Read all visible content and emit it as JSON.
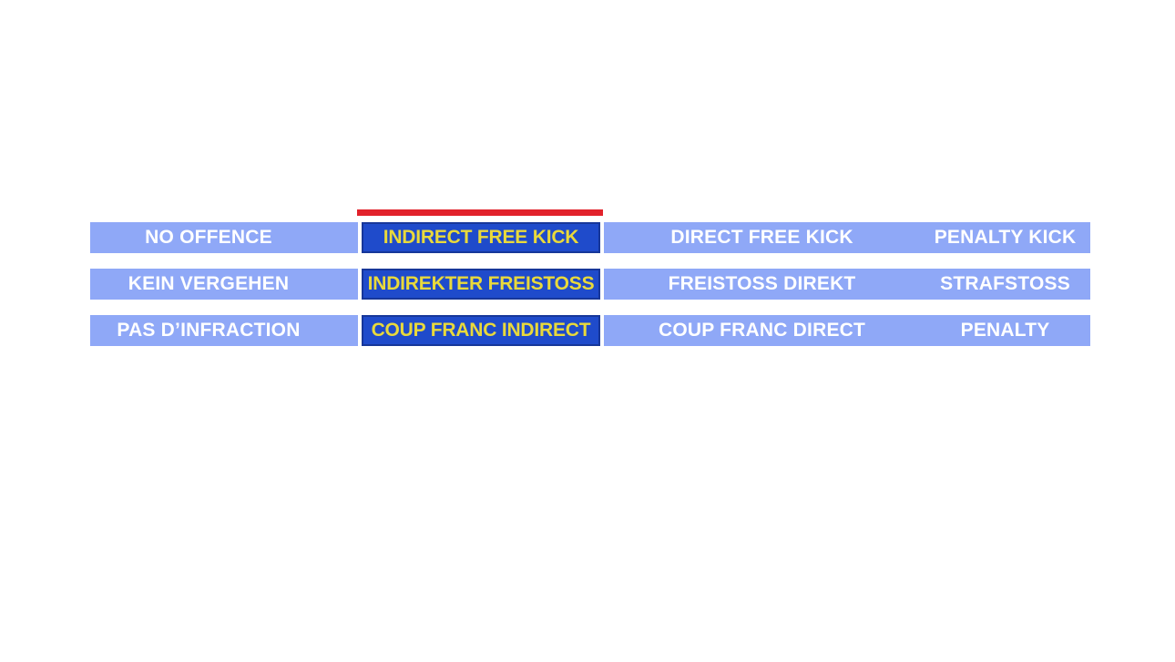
{
  "colors": {
    "option_bar": "#8FA8F7",
    "option_text": "#FFFFFF",
    "selected_fill": "#1F4BCB",
    "selected_border": "#17379A",
    "selected_text": "#E9D93B",
    "indicator": "#E2222B"
  },
  "selected_answer": "INDIRECT FREE KICK",
  "rows": [
    {
      "lang": "english",
      "cells": {
        "no_offence": "NO OFFENCE",
        "indirect_free_kick": "INDIRECT FREE KICK",
        "direct_free_kick": "DIRECT FREE KICK",
        "penalty_kick": "PENALTY KICK"
      }
    },
    {
      "lang": "german",
      "cells": {
        "no_offence": "KEIN VERGEHEN",
        "indirect_free_kick": "INDIREKTER FREISTOSS",
        "direct_free_kick": "FREISTOSS DIREKT",
        "penalty_kick": "STRAFSTOSS"
      }
    },
    {
      "lang": "french",
      "cells": {
        "no_offence": "PAS D’INFRACTION",
        "indirect_free_kick": "COUP FRANC INDIRECT",
        "direct_free_kick": "COUP FRANC DIRECT",
        "penalty_kick": "PENALTY"
      }
    }
  ]
}
